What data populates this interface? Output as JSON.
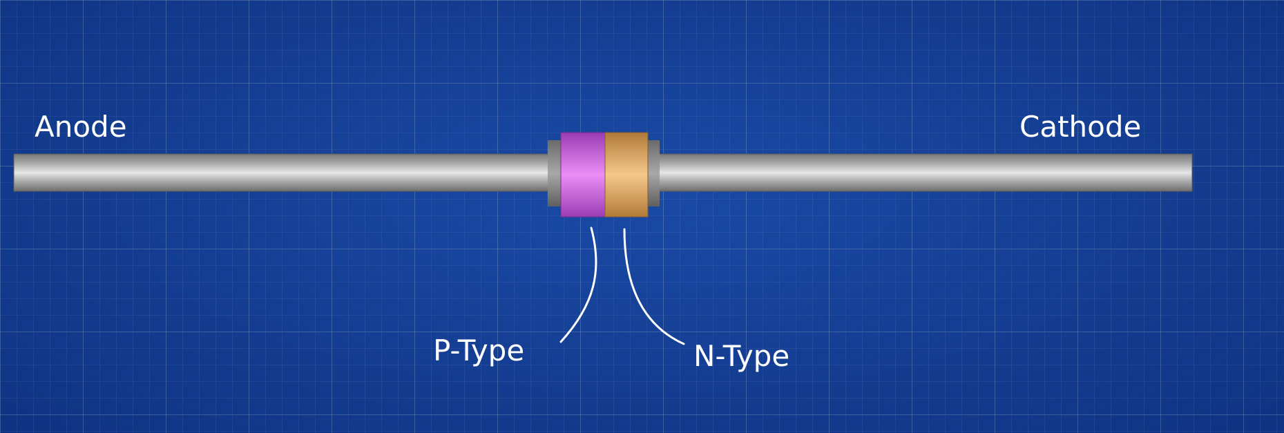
{
  "diagram": {
    "labels": {
      "anode": "Anode",
      "cathode": "Cathode",
      "p_type": "P-Type",
      "n_type": "N-Type"
    },
    "colors": {
      "background": "#133f96",
      "lead": "#b8b8b8",
      "p_region": "#c062d6",
      "n_region": "#d9a464",
      "label": "#ffffff"
    }
  }
}
